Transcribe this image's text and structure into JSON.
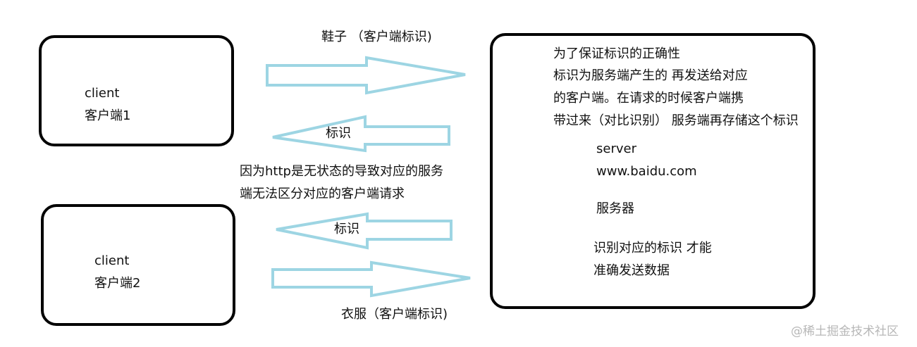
{
  "client1": {
    "line1": "client",
    "line2": "客户端1"
  },
  "client2": {
    "line1": "client",
    "line2": "客户端2"
  },
  "server": {
    "desc_lines": [
      "为了保证标识的正确性",
      "标识为服务端产生的 再发送给对应",
      "的客户端。在请求的时候客户端携",
      "带过来（对比识别） 服务端再存储这个标识"
    ],
    "name": "server",
    "domain": "www.baidu.com",
    "label": "服务器",
    "identify_lines": [
      "识别对应的标识 才能",
      "准确发送数据"
    ]
  },
  "arrows": {
    "shoes_label": "鞋子 （客户端标识)",
    "token1_label": "标识",
    "token2_label": "标识",
    "clothes_label": "衣服（客户端标识)"
  },
  "note_lines": [
    "因为http是无状态的导致对应的服务",
    "端无法区分对应的客户端请求"
  ],
  "watermark": "@稀土掘金技术社区",
  "colors": {
    "arrow_stroke": "#9dd5e3",
    "box_border": "#000000"
  }
}
